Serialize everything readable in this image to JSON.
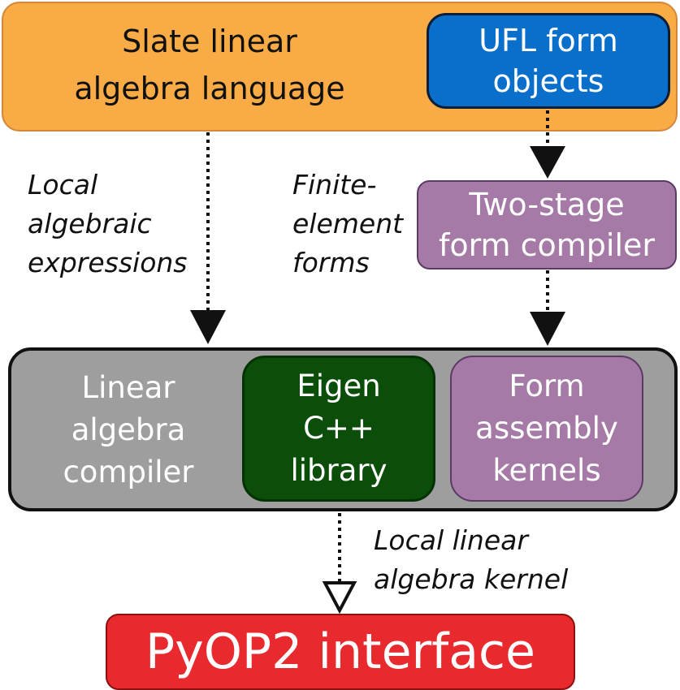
{
  "nodes": {
    "slate": {
      "lines": [
        "Slate linear",
        "algebra language"
      ],
      "color": "#f9ac45"
    },
    "ufl": {
      "lines": [
        "UFL form",
        "objects"
      ],
      "color": "#0a6ecb"
    },
    "two_stage": {
      "lines": [
        "Two-stage",
        "form compiler"
      ],
      "color": "#a67aa6"
    },
    "linear_algebra_compiler": {
      "lines": [
        "Linear",
        "algebra",
        "compiler"
      ],
      "color": "#9e9e9e"
    },
    "eigen": {
      "lines": [
        "Eigen",
        "C++",
        "library"
      ],
      "color": "#0a4e0a"
    },
    "form_assembly": {
      "lines": [
        "Form",
        "assembly",
        "kernels"
      ],
      "color": "#a67aa6"
    },
    "pyop2": {
      "lines": [
        "PyOP2 interface"
      ],
      "color": "#e8292d"
    }
  },
  "edge_labels": {
    "local_algebraic": [
      "Local",
      "algebraic",
      "expressions"
    ],
    "finite_element": [
      "Finite-",
      "element",
      "forms"
    ],
    "local_kernel": [
      "Local linear",
      "algebra kernel"
    ]
  }
}
